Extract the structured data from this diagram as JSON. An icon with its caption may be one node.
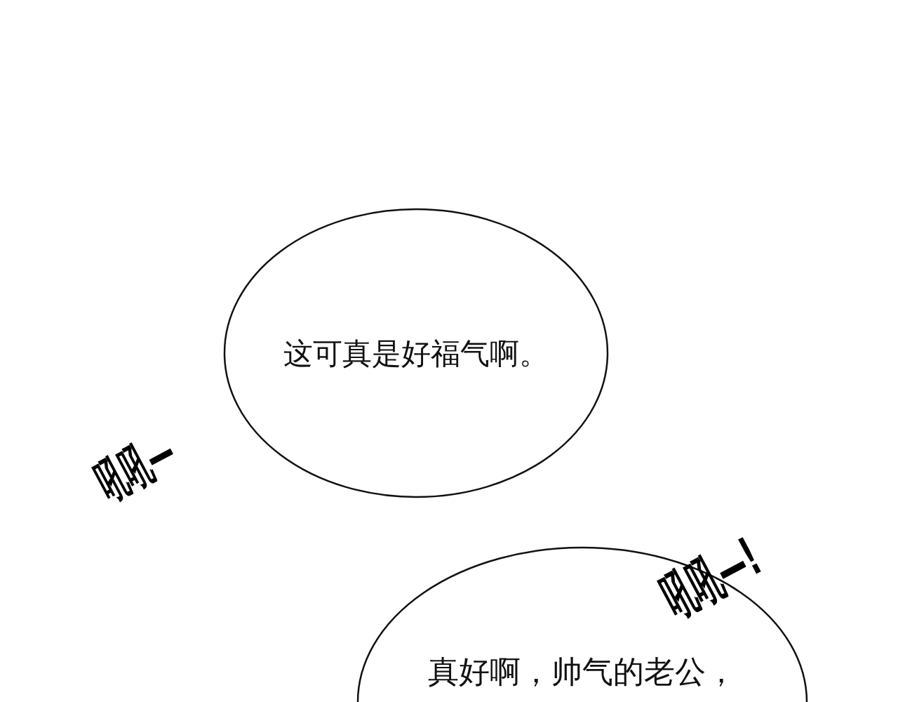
{
  "diagram": {
    "nodes": [
      {
        "text": [
          "这可真是好福气啊。"
        ]
      },
      {
        "text": [
          "真好啊，帅气的老公，"
        ]
      }
    ],
    "labels": [
      "吼吼—",
      "吼吼—!"
    ]
  }
}
